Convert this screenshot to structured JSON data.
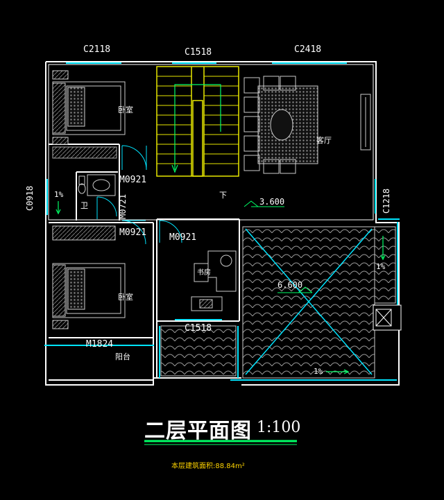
{
  "title": "二层平面图",
  "scale": "1:100",
  "area_note": "本层建筑面积:88.84m²",
  "windows": {
    "c2118": "C2118",
    "c1518_top": "C1518",
    "c2418": "C2418",
    "c0918": "C0918",
    "c1218": "C1218",
    "c1518_bottom": "C1518"
  },
  "doors": {
    "m0921_bath": "M0921",
    "m0721": "M0721",
    "m0921_bed2": "M0921",
    "m0921_study": "M0921",
    "m1824": "M1824"
  },
  "rooms": {
    "bedroom_top": "卧室",
    "bedroom_bottom": "卧室",
    "bathroom": "卫",
    "living": "客厅",
    "study": "书房",
    "balcony": "阳台",
    "stair_down": "下"
  },
  "elevations": {
    "floor": "3.600",
    "roof": "6.600"
  },
  "slopes": {
    "bath": "1%",
    "roof_right": "1%",
    "roof_bottom": "1%"
  },
  "colors": {
    "wall": "#ffffff",
    "window": "#00e5ff",
    "stair": "#e8e800",
    "accent": "#00ff66",
    "tile": "#bfbfbf"
  }
}
